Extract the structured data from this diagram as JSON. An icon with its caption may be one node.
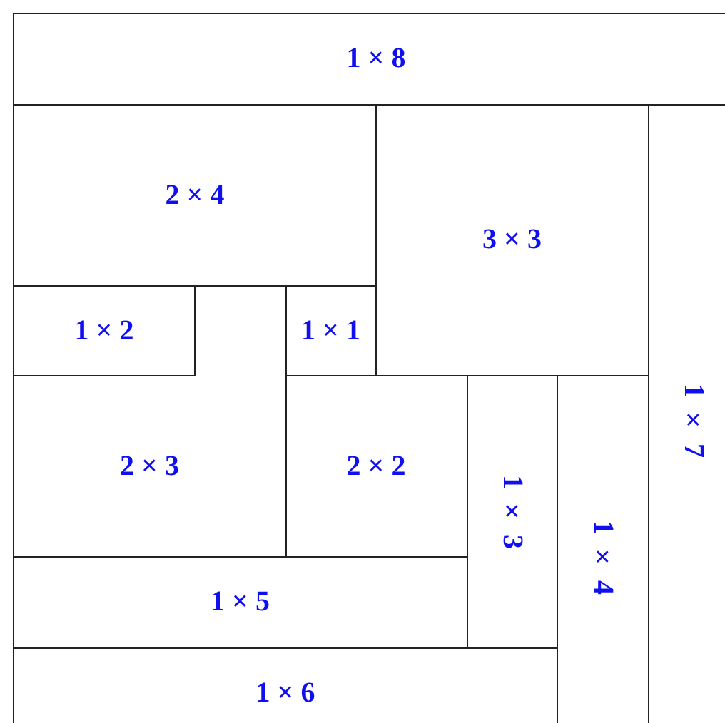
{
  "diagram": {
    "nodes": [
      {
        "text": [
          "1 × 8"
        ]
      },
      {
        "text": [
          "2 × 4"
        ]
      },
      {
        "text": [
          "3 × 3"
        ]
      },
      {
        "text": [
          "1 × 7"
        ]
      },
      {
        "text": [
          "1 × 2"
        ]
      },
      {
        "text": [],
        "shape": "box"
      },
      {
        "text": [
          "1 × 1"
        ]
      },
      {
        "text": [
          "2 × 3"
        ]
      },
      {
        "text": [
          "2 × 2"
        ]
      },
      {
        "text": [
          "1 × 3"
        ]
      },
      {
        "text": [
          "1 × 4"
        ]
      },
      {
        "text": [
          "1 × 5"
        ]
      },
      {
        "text": [
          "1 × 6"
        ]
      }
    ]
  }
}
